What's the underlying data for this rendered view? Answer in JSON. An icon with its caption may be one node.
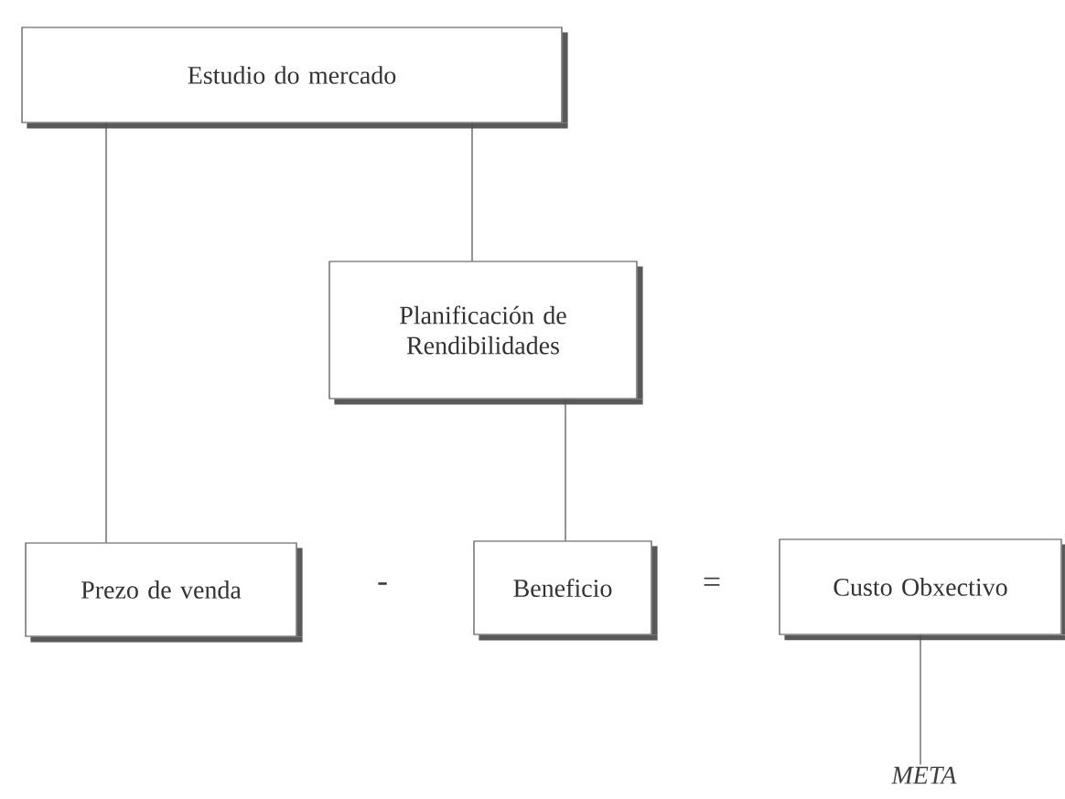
{
  "diagram": {
    "nodes": [
      {
        "text": [
          "Estudio do mercado"
        ]
      },
      {
        "text": [
          "Planificación de Rendibilidades"
        ]
      },
      {
        "text": [
          "Prezo de venda"
        ]
      },
      {
        "text": [
          "Beneficio"
        ]
      },
      {
        "text": [
          "Custo Obxectivo"
        ]
      },
      {
        "text": [
          "*META*"
        ]
      }
    ],
    "edges": [
      {
        "from": 0,
        "to": 2,
        "arrow": "none"
      },
      {
        "from": 0,
        "to": 1,
        "arrow": "none"
      },
      {
        "from": 1,
        "to": 3,
        "arrow": "none"
      },
      {
        "from": 4,
        "to": 5,
        "arrow": "none"
      }
    ],
    "labels": [
      "-",
      "="
    ]
  }
}
